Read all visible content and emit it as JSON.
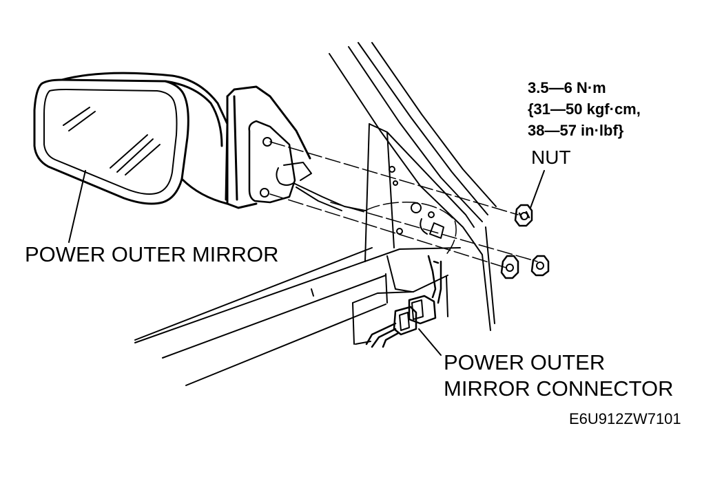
{
  "labels": {
    "torque_spec": [
      "3.5—6 N·m",
      "{31—50 kgf·cm,",
      "38—57 in·lbf}"
    ],
    "nut": "NUT",
    "power_outer_mirror": "POWER OUTER MIRROR",
    "connector": [
      "POWER OUTER",
      "MIRROR CONNECTOR"
    ],
    "figure_code": "E6U912ZW7101"
  },
  "colors": {
    "line": "#000000",
    "background": "#ffffff"
  }
}
